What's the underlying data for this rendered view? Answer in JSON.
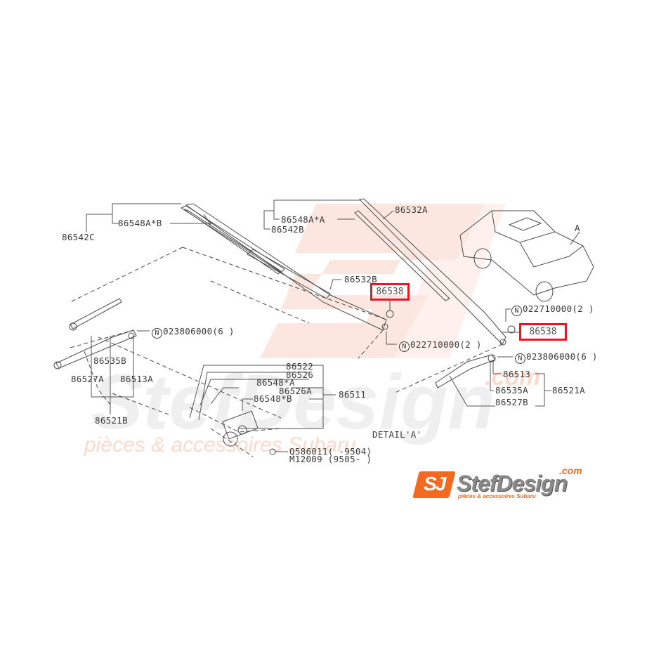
{
  "diagram": {
    "title": "Windshield wiper assembly parts diagram",
    "detail_label": "DETAIL'A'",
    "car_callout": "A",
    "highlight_color": "#e01b24",
    "accent_color": "#f26a21",
    "highlighted_parts": [
      "86538",
      "86538"
    ],
    "labels": {
      "p86542C": "86542C",
      "p86548AB_top": "86548A*B",
      "p86548AA_top": "86548A*A",
      "p86542B": "86542B",
      "p86532A": "86532A",
      "p86532B": "86532B",
      "p86538_left": "86538",
      "p86538_right": "86538",
      "n022710000_left": "022710000(2 )",
      "n022710000_right": "022710000(2 )",
      "n023806000_left": "023806000(6 )",
      "n023806000_right": "023806000(6 )",
      "p86535B": "86535B",
      "p86527A": "86527A",
      "p86513A": "86513A",
      "p86521B": "86521B",
      "p86513": "86513",
      "p86535A": "86535A",
      "p86527B": "86527B",
      "p86521A": "86521A",
      "p86522": "86522",
      "p86526": "86526",
      "p86548A": "86548*A",
      "p86526A": "86526A",
      "p86548B": "86548*B",
      "p86511": "86511",
      "q586011": "Q586011(     -9504)",
      "m12009": "M12009 (9505-      )"
    },
    "n_symbol": "N"
  },
  "watermark": {
    "brand": "StefDesign",
    "tagline": "pièces & accessoires Subaru",
    "com": ".com"
  },
  "logo": {
    "badge": "SJ",
    "name": "StefDesign",
    "com": ".com",
    "tagline": "pièces & accessoires Subaru"
  }
}
